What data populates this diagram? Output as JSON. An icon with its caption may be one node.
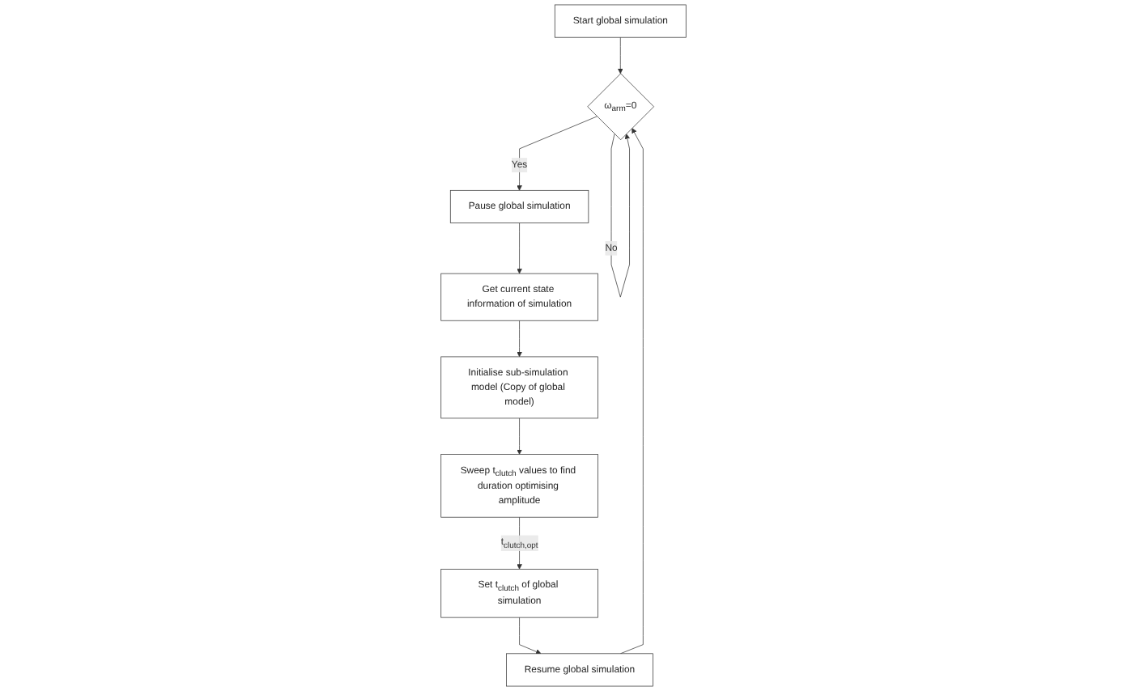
{
  "diagram": {
    "nodes": [
      {
        "text": [
          "Start global simulation"
        ]
      },
      {
        "text": [
          "Set t$_{clutch}$ of global simulation"
        ]
      },
      {
        "text": [
          "Resume global simulation"
        ]
      },
      {
        "text": [
          "ω$_{arm}$=0"
        ]
      },
      {
        "text": [
          "Pause global simulation"
        ]
      },
      {
        "text": [
          "Get current state information of simulation"
        ]
      },
      {
        "text": [
          "Initialise sub-simulation model (Copy of global model)"
        ]
      },
      {
        "text": [
          "Sweep t$_{clutch}$ values to find duration optimising amplitude"
        ]
      }
    ],
    "edges": [
      {
        "from": 0,
        "to": 3,
        "arrow": "to"
      },
      {
        "from": 1,
        "to": 2,
        "arrow": "to"
      },
      {
        "from": 2,
        "to": 3,
        "arrow": "to"
      },
      {
        "from": 3,
        "to": 3,
        "label": "No",
        "arrow": "to"
      },
      {
        "from": 3,
        "to": 4,
        "label": "Yes",
        "arrow": "to"
      },
      {
        "from": 4,
        "to": 5,
        "arrow": "to"
      },
      {
        "from": 5,
        "to": 6,
        "arrow": "to"
      },
      {
        "from": 6,
        "to": 7,
        "arrow": "to"
      },
      {
        "from": 7,
        "to": 1,
        "label": "t$_{clutch,opt}$",
        "arrow": "to"
      }
    ]
  }
}
